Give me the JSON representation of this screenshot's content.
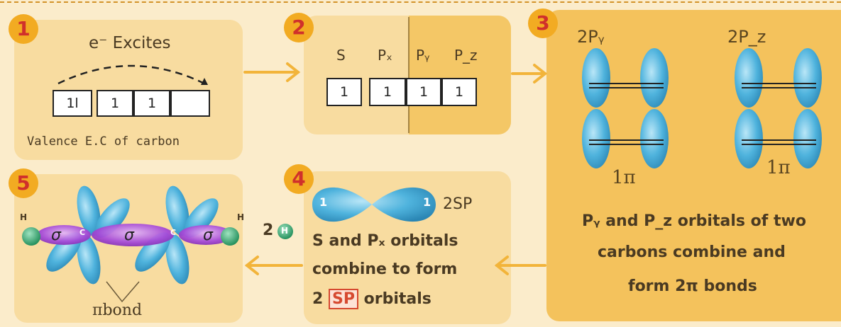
{
  "badges": [
    "1",
    "2",
    "3",
    "4",
    "5"
  ],
  "step1": {
    "excites_label": "e⁻ Excites",
    "boxes": [
      "1l",
      "1",
      "1",
      ""
    ],
    "caption": "Valence E.C of carbon"
  },
  "step2": {
    "orbital_labels": [
      "S",
      "Pₓ",
      "Pᵧ",
      "P_z"
    ],
    "boxes": [
      "1",
      "1",
      "1",
      "1"
    ]
  },
  "step3": {
    "label_py": "2Pᵧ",
    "label_pz": "2P_z",
    "pi_left": "1π",
    "pi_right": "1π",
    "text_lines": [
      "Pᵧ and P_z orbitals of two",
      "carbons combine and",
      "form 2π bonds"
    ]
  },
  "step4": {
    "orbital_num_left": "1",
    "orbital_num_right": "1",
    "orbital_label": "2SP",
    "hydrogen_label": "2",
    "hydrogen_symbol": "H",
    "text_lines": [
      "S and Pₓ orbitals",
      "combine to form"
    ],
    "last_line_prefix": "2",
    "last_line_highlight": "SP",
    "last_line_suffix": "orbitals"
  },
  "step5": {
    "h_labels": [
      "H",
      "H"
    ],
    "c_labels": [
      "C",
      "C"
    ],
    "sigma_labels": [
      "σ",
      "σ",
      "σ"
    ],
    "pi_bond_label": "πbond"
  },
  "colors": {
    "background": "#fbeccb",
    "panel": "#f8dca0",
    "panel_dark": "#f4c25c",
    "badge": "#f2ab22",
    "badge_text": "#d0302b",
    "arrow": "#f2b43a",
    "orbital_blue": "#4fb3dd",
    "sigma_purple": "#a64ad8",
    "hydrogen_green": "#2ca26a"
  }
}
